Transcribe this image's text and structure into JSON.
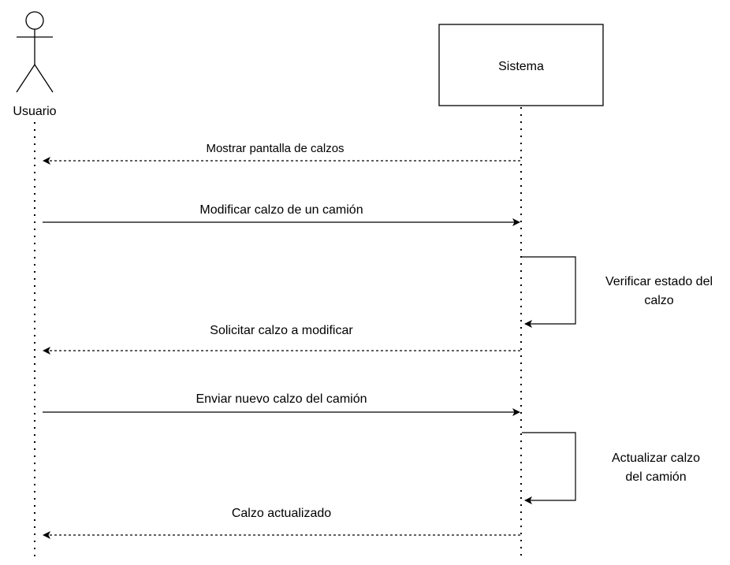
{
  "actors": {
    "user": {
      "label": "Usuario"
    },
    "system": {
      "label": "Sistema"
    }
  },
  "messages": [
    {
      "id": "msg1",
      "label": "Mostrar pantalla de calzos",
      "from": "Sistema",
      "to": "Usuario",
      "style": "dashed"
    },
    {
      "id": "msg2",
      "label": "Modificar calzo de un camión",
      "from": "Usuario",
      "to": "Sistema",
      "style": "solid"
    },
    {
      "id": "self1",
      "label_lines": [
        "Verificar estado del",
        "calzo"
      ],
      "from": "Sistema",
      "to": "Sistema",
      "style": "solid"
    },
    {
      "id": "msg3",
      "label": "Solicitar calzo a modificar",
      "from": "Sistema",
      "to": "Usuario",
      "style": "dashed"
    },
    {
      "id": "msg4",
      "label": "Enviar nuevo calzo del camión",
      "from": "Usuario",
      "to": "Sistema",
      "style": "solid"
    },
    {
      "id": "self2",
      "label_lines": [
        "Actualizar calzo",
        "del camión"
      ],
      "from": "Sistema",
      "to": "Sistema",
      "style": "solid"
    },
    {
      "id": "msg5",
      "label": "Calzo actualizado",
      "from": "Sistema",
      "to": "Usuario",
      "style": "dashed"
    }
  ]
}
